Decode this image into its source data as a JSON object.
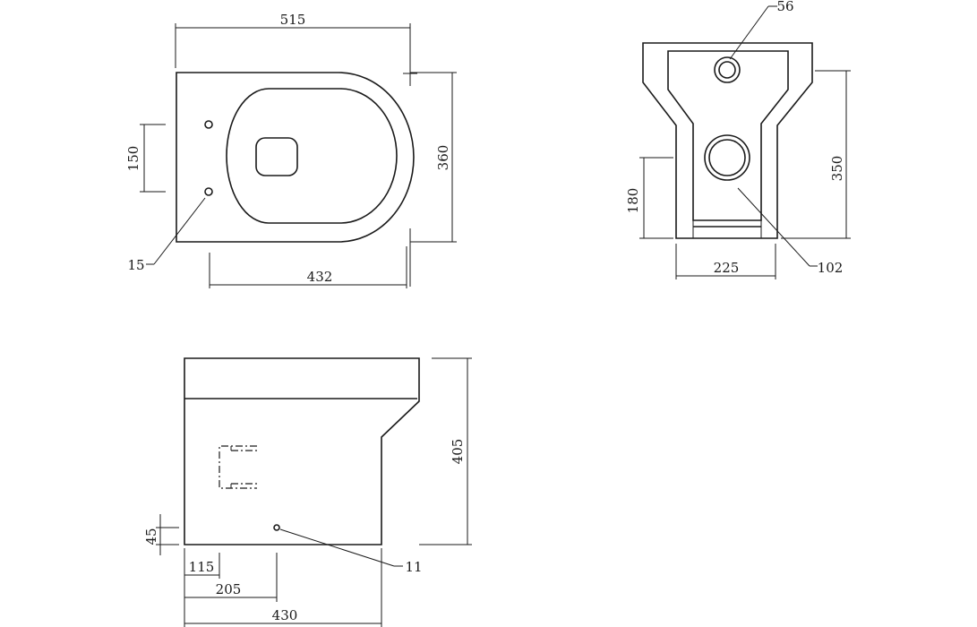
{
  "top_view": {
    "overall_length": "515",
    "overall_width": "360",
    "fixing_spacing": "150",
    "bowl_length": "432",
    "fixing_hole_diameter": "15"
  },
  "rear_view": {
    "water_inlet_diameter": "56",
    "height": "350",
    "outlet_height": "180",
    "base_width": "225",
    "outlet_diameter": "102"
  },
  "side_view": {
    "height": "405",
    "hole_height": "45",
    "rear_offset": "115",
    "hole_offset": "205",
    "base_length": "430",
    "hole_diameter": "11"
  }
}
